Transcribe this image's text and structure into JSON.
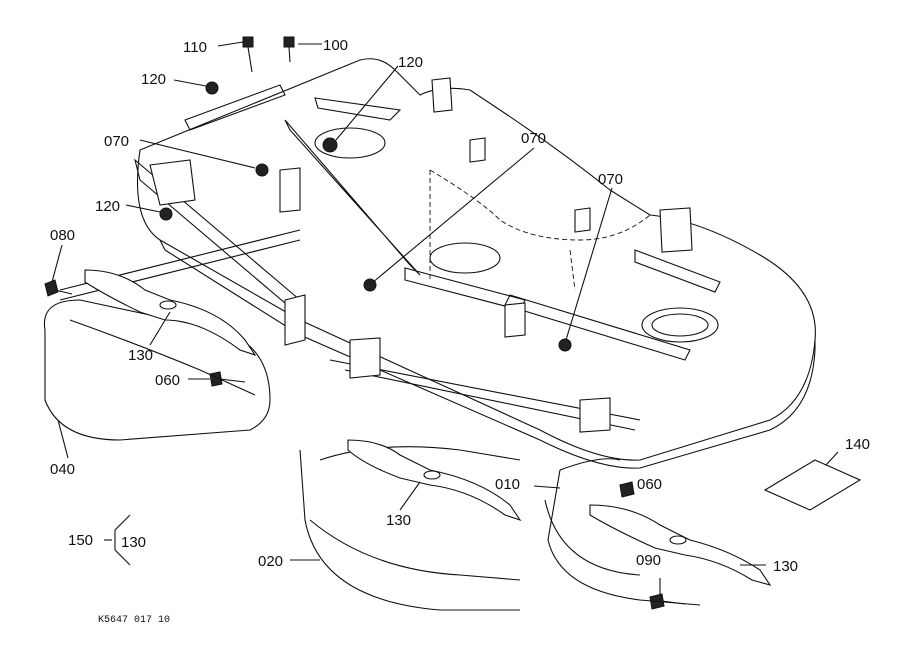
{
  "diagram": {
    "drawing_code": "K5647 017 10",
    "callouts": [
      {
        "id": "c110a",
        "text": "110"
      },
      {
        "id": "c100",
        "text": "100"
      },
      {
        "id": "c120a",
        "text": "120"
      },
      {
        "id": "c120b",
        "text": "120"
      },
      {
        "id": "c070a",
        "text": "070"
      },
      {
        "id": "c070b",
        "text": "070"
      },
      {
        "id": "c070c",
        "text": "070"
      },
      {
        "id": "c120c",
        "text": "120"
      },
      {
        "id": "c080",
        "text": "080"
      },
      {
        "id": "c130a",
        "text": "130"
      },
      {
        "id": "c060a",
        "text": "060"
      },
      {
        "id": "c040",
        "text": "040"
      },
      {
        "id": "c150",
        "text": "150"
      },
      {
        "id": "c130b",
        "text": "130"
      },
      {
        "id": "c020",
        "text": "020"
      },
      {
        "id": "c130c",
        "text": "130"
      },
      {
        "id": "c010",
        "text": "010"
      },
      {
        "id": "c060b",
        "text": "060"
      },
      {
        "id": "c090",
        "text": "090"
      },
      {
        "id": "c130d",
        "text": "130"
      },
      {
        "id": "c140",
        "text": "140"
      }
    ]
  }
}
